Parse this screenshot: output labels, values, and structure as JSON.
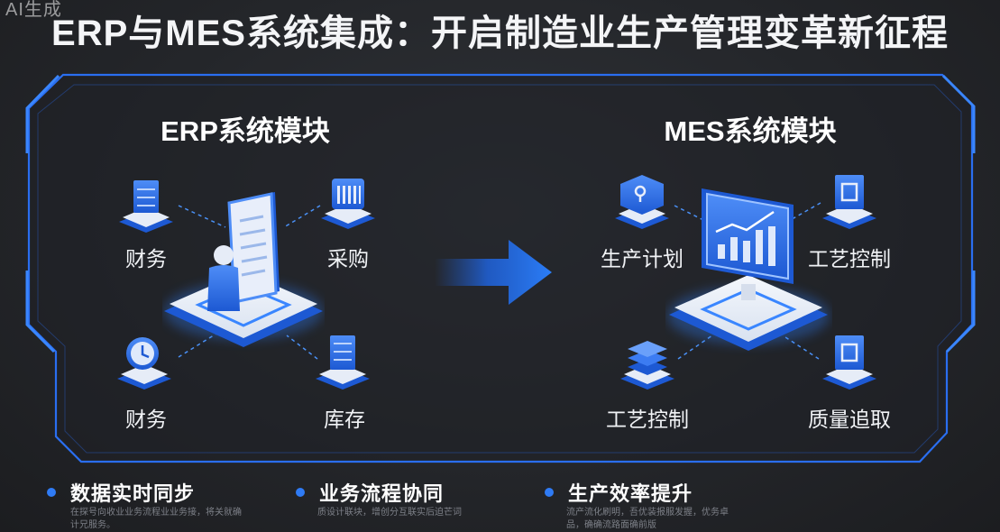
{
  "watermark": "AI生成",
  "title": "ERP与MES系统集成：开启制造业生产管理变革新征程",
  "erp": {
    "title": "ERP系统模块",
    "modules": [
      "财务",
      "采购",
      "财务",
      "库存"
    ]
  },
  "mes": {
    "title": "MES系统模块",
    "modules": [
      "生产计划",
      "工艺控制",
      "工艺控制",
      "质量追取"
    ]
  },
  "features": [
    {
      "title": "数据实时同步",
      "desc": "在探号向收业业务流程业业务接，将关就确计兄服务。"
    },
    {
      "title": "业务流程协同",
      "desc": "质设计联块，增创分互联实后迫芒词"
    },
    {
      "title": "生产效率提升",
      "desc": "流产流化刷明，吾优装报服发握，优务卓品，确确流路面确前版"
    }
  ],
  "colors": {
    "accent": "#2f7bf5",
    "frame": "#2a6ef0",
    "background": "#24262a"
  }
}
